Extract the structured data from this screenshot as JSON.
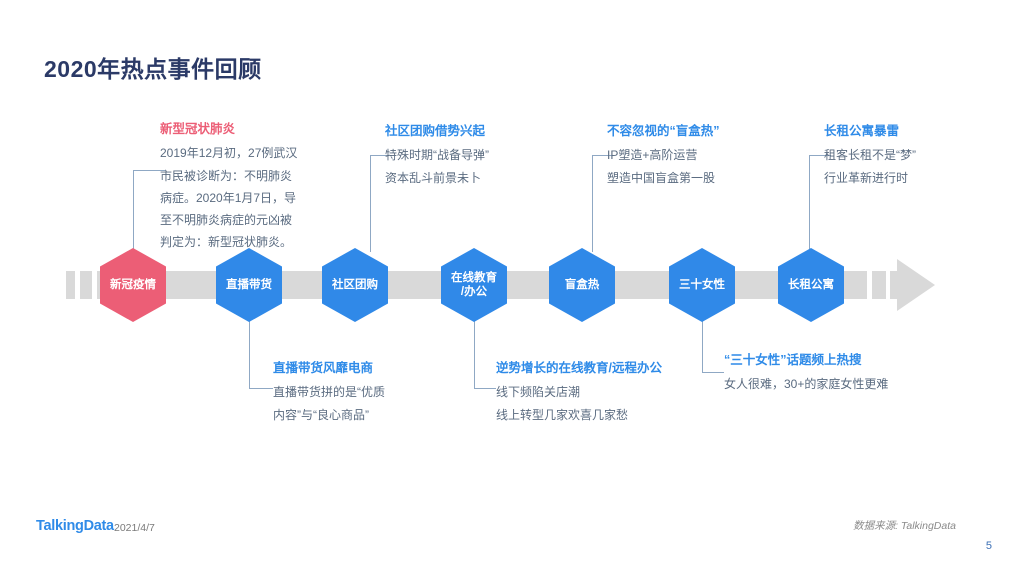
{
  "slide": {
    "title": "2020年热点事件回顾",
    "accent_blue": "#2F8BE8",
    "accent_pink": "#EC5E76",
    "title_color": "#2B3A67",
    "bar_color": "#D9D9D9"
  },
  "timeline": {
    "nodes": [
      {
        "label": "新冠疫情",
        "color": "#EC5E76",
        "shape": "hexagon"
      },
      {
        "label": "直播带货",
        "color": "#3089E8",
        "shape": "hexagon"
      },
      {
        "label": "社区团购",
        "color": "#3089E8",
        "shape": "hexagon"
      },
      {
        "label_line1": "在线教育",
        "label_line2": "/办公",
        "color": "#3089E8",
        "shape": "hexagon"
      },
      {
        "label": "盲盒热",
        "color": "#3089E8",
        "shape": "hexagon"
      },
      {
        "label": "三十女性",
        "color": "#3089E8",
        "shape": "hexagon"
      },
      {
        "label": "长租公寓",
        "color": "#3089E8",
        "shape": "hexagon"
      }
    ]
  },
  "callouts_top": [
    {
      "title": "新型冠状肺炎",
      "title_color": "#EC5E76",
      "lines": [
        "2019年12月初，27例武汉",
        "市民被诊断为：不明肺炎",
        "病症。2020年1月7日，导",
        "至不明肺炎病症的元凶被",
        "判定为：新型冠状肺炎。"
      ]
    },
    {
      "title": "社区团购借势兴起",
      "title_color": "#2F8BE8",
      "lines": [
        "特殊时期“战备导弹”",
        "资本乱斗前景未卜"
      ]
    },
    {
      "title": "不容忽视的“盲盒热”",
      "title_color": "#2F8BE8",
      "lines": [
        "IP塑造+高阶运营",
        "塑造中国盲盒第一股"
      ]
    },
    {
      "title": "长租公寓暴雷",
      "title_color": "#2F8BE8",
      "lines": [
        "租客长租不是“梦”",
        "行业革新进行时"
      ]
    }
  ],
  "callouts_bottom": [
    {
      "title": "直播带货风靡电商",
      "title_color": "#2F8BE8",
      "lines": [
        "直播带货拼的是“优质",
        "内容”与“良心商品”"
      ]
    },
    {
      "title": "逆势增长的在线教育/远程办公",
      "title_color": "#2F8BE8",
      "lines": [
        "线下频陷关店潮",
        "线上转型几家欢喜几家愁"
      ]
    },
    {
      "title": "“三十女性”话题频上热搜",
      "title_color": "#2F8BE8",
      "lines": [
        "女人很难，30+的家庭女性更难"
      ]
    }
  ],
  "footer": {
    "logo": "TalkingData",
    "date": "2021/4/7",
    "source": "数据来源: TalkingData",
    "page_number": "5"
  }
}
